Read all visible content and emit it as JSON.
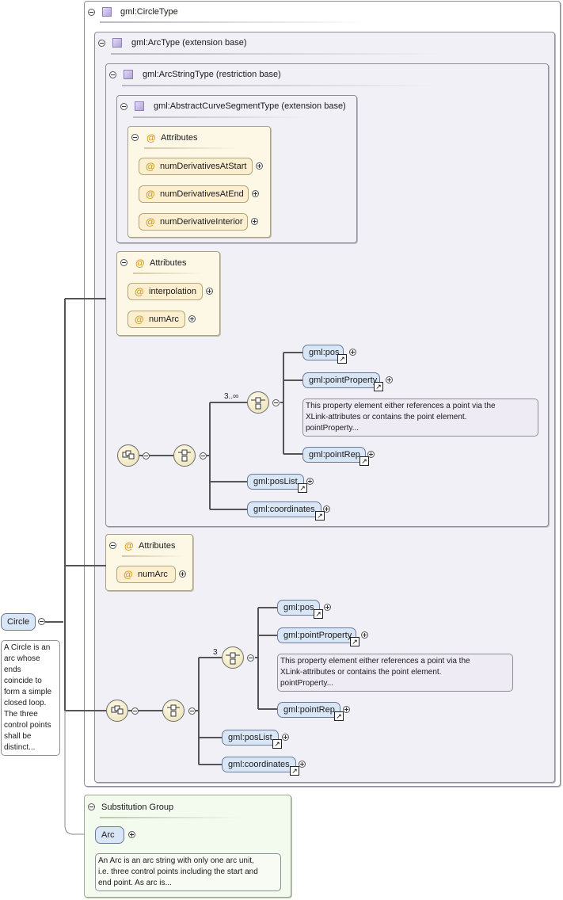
{
  "root_element": {
    "name": "Circle",
    "doc": "A Circle is an\narc whose\nends\ncoincide to\nform a simple\nclosed loop.\nThe three\ncontrol points\nshall be\ndistinct..."
  },
  "circle_type": {
    "title": "gml:CircleType"
  },
  "arc_type": {
    "title": "gml:ArcType (extension base)"
  },
  "arc_string_type": {
    "title": "gml:ArcStringType (restriction base)"
  },
  "abstract_curve_segment_type": {
    "title": "gml:AbstractCurveSegmentType (extension base)",
    "attributes_title": "Attributes",
    "attributes": [
      "numDerivativesAtStart",
      "numDerivativesAtEnd",
      "numDerivativeInterior"
    ]
  },
  "arc_string_attributes": {
    "title": "Attributes",
    "attributes": [
      "interpolation",
      "numArc"
    ]
  },
  "arc_string_sequence": {
    "occurrence": "3..∞",
    "choice_elements": [
      {
        "name": "gml:pos"
      },
      {
        "name": "gml:pointProperty",
        "doc": "This property element either references a point via the\nXLink-attributes or contains the point element.\npointProperty..."
      },
      {
        "name": "gml:pointRep"
      }
    ],
    "elements": [
      "gml:posList",
      "gml:coordinates"
    ]
  },
  "arc_attributes": {
    "title": "Attributes",
    "attributes": [
      "numArc"
    ]
  },
  "arc_sequence": {
    "occurrence": "3",
    "choice_elements": [
      {
        "name": "gml:pos"
      },
      {
        "name": "gml:pointProperty",
        "doc": "This property element either references a point via the\nXLink-attributes or contains the point element.\npointProperty..."
      },
      {
        "name": "gml:pointRep"
      }
    ],
    "elements": [
      "gml:posList",
      "gml:coordinates"
    ]
  },
  "substitution_group": {
    "title": "Substitution Group",
    "element": "Arc",
    "doc": "An Arc is an arc string with only one arc unit,\ni.e. three control points including the start and\nend point. As arc is..."
  }
}
